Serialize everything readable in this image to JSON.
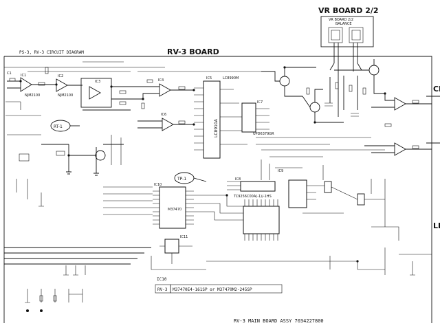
{
  "header": {
    "diagram_ref": "PS-3, RV-3 CIRCUIT DIAGRAM",
    "board_title": "RV-3 BOARD",
    "vr_board_title": "VR BOARD 2/2",
    "vr_board_sub": "VR BOARD 2/2",
    "balance_label": "BALANCE"
  },
  "callouts": {
    "rt1": "RT-1",
    "tp1": "TP-1"
  },
  "ic_labels": {
    "ic1": "IC1",
    "ic2": "IC2",
    "ic3": "IC3",
    "ic4": "IC4",
    "ic5": "IC5",
    "ic6": "IC6",
    "ic7": "IC7",
    "ic8": "IC8",
    "ic9": "IC9",
    "ic10": "IC10",
    "ic11": "IC11",
    "lc_vert": "LC8910A",
    "ic1_part": "NJM2100",
    "ic2_part": "NJM2100",
    "ic5_part": "LC8990M",
    "ic7_part": "UPD6379GR",
    "ic9_part": "TC9256C00A(-1)/-1HS",
    "ic10_part": "M37470"
  },
  "edge_labels": {
    "ch": "Ch",
    "le": "LE"
  },
  "footer": {
    "ic10_label": "IC10",
    "ic10_rv3": "RV-3",
    "ic10_options": "M37470E4-161SP  or  M37470M2-245SP",
    "assy": "RV-3  MAIN BOARD ASSY  7034227800"
  }
}
